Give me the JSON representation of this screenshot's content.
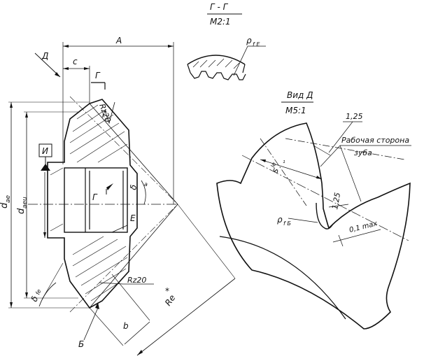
{
  "section_view": {
    "title": "Г - Г",
    "scale": "М2:1",
    "rho_label": "ρ",
    "rho_sub": "f E"
  },
  "detail_view": {
    "title": "Вид Д",
    "scale": "М5:1",
    "dim_top": "1,25",
    "dim_mid": "1,25",
    "dim_max": "0,1 max",
    "working_side_line1": "Рабочая сторона",
    "working_side_line2": "зуба",
    "s_label": "s",
    "s_sup": "¹",
    "s_sub": "le",
    "rho_label": "ρ",
    "rho_sub": "f Б"
  },
  "main_view": {
    "dim_A": "A",
    "dim_c": "c",
    "view_D": "Д",
    "section_G": "Г",
    "section_G2": "Г",
    "rz_top": "Rz20",
    "rz_bottom": "Rz20",
    "datum_I": "И",
    "d_ae": "d",
    "d_ae_sub": "ae",
    "d_aeu": "d",
    "d_aeu_sub": "aeu",
    "delta_a": "δ",
    "delta_a_sub": "a",
    "delta_fe": "δ",
    "delta_fe_sub": "fe",
    "label_E": "E",
    "label_B": "Б",
    "dim_b": "b",
    "dim_Re": "Re",
    "Re_star": "*"
  }
}
